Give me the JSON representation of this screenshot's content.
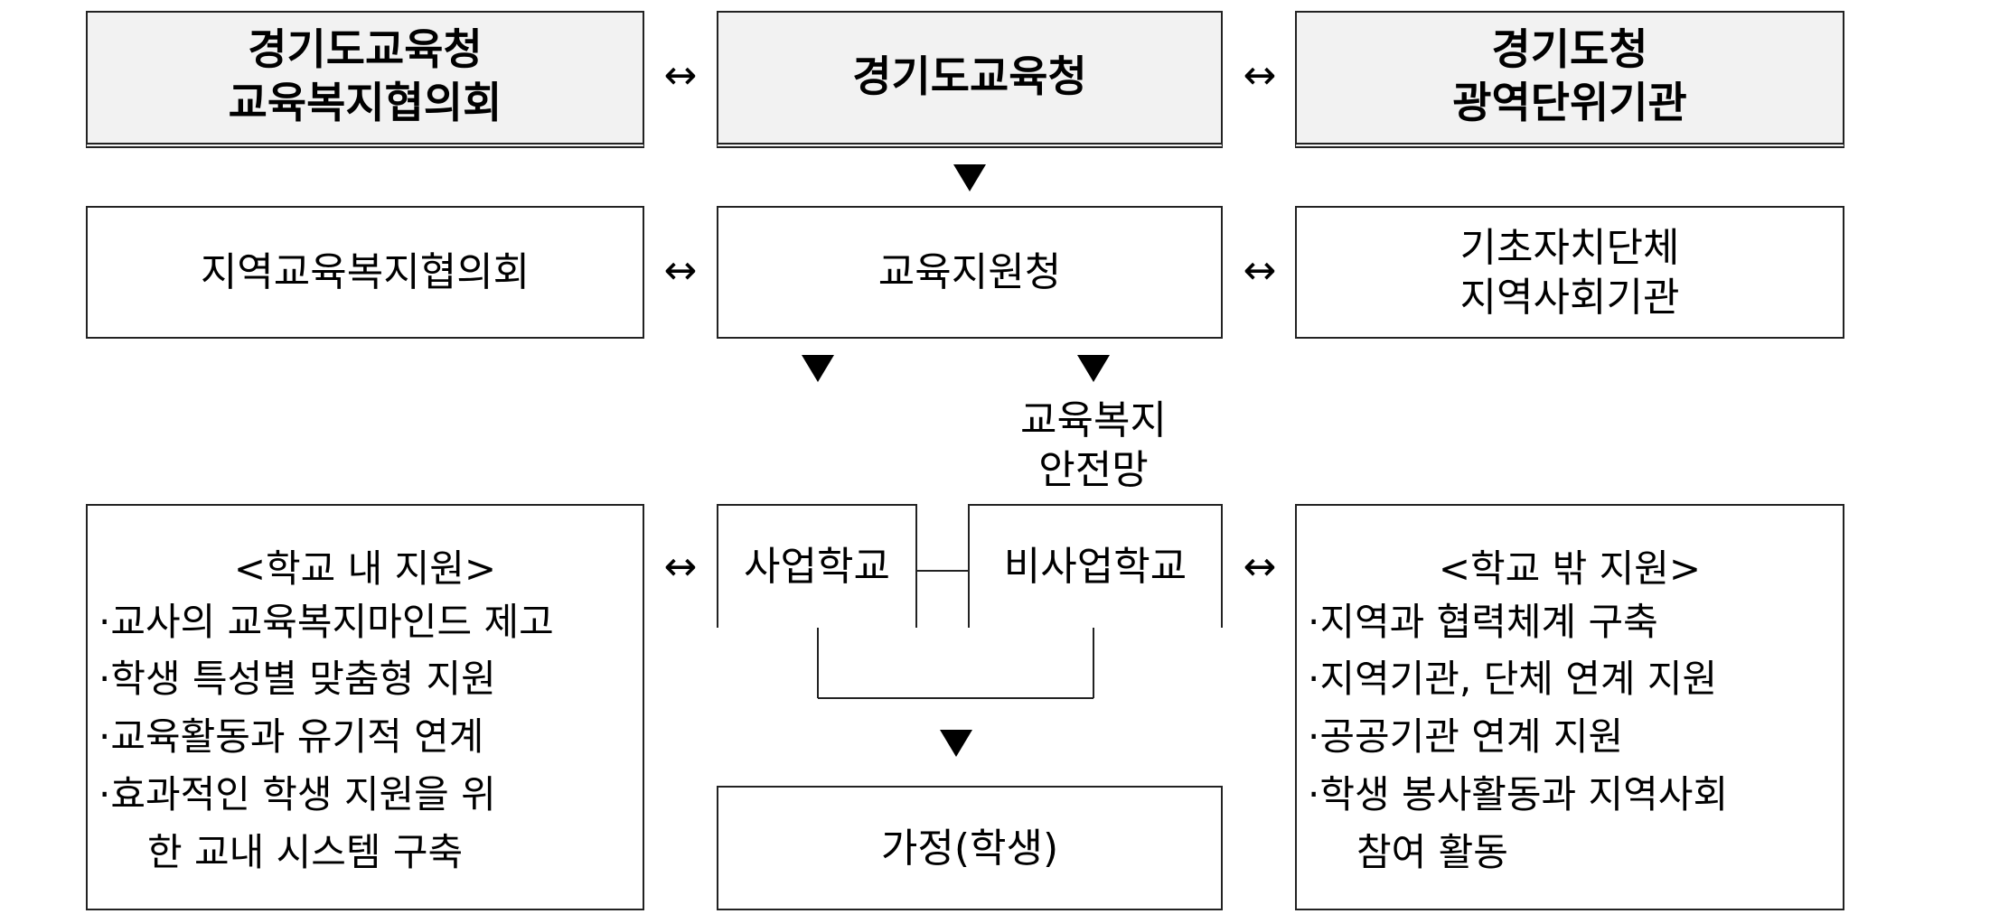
{
  "row1": {
    "left": [
      "경기도교육청",
      "교육복지협의회"
    ],
    "center": [
      "경기도교육청"
    ],
    "right": [
      "경기도청",
      "광역단위기관"
    ]
  },
  "row2": {
    "left": [
      "지역교육복지협의회"
    ],
    "center": [
      "교육지원청"
    ],
    "right": [
      "기초자치단체",
      "지역사회기관"
    ]
  },
  "safety_net_label": [
    "교육복지",
    "안전망"
  ],
  "schools": {
    "project": "사업학교",
    "non_project": "비사업학교"
  },
  "home": "가정(학생)",
  "in_school": {
    "title": "<학교 내 지원>",
    "items": [
      "·교사의 교육복지마인드 제고",
      "·학생 특성별 맞춤형 지원",
      "·교육활동과 유기적 연계",
      "·효과적인 학생 지원을 위",
      "한 교내 시스템 구축"
    ]
  },
  "out_school": {
    "title": "<학교 밖 지원>",
    "items": [
      "·지역과 협력체계 구축",
      "·지역기관, 단체 연계 지원",
      "·공공기관 연계 지원",
      "·학생 봉사활동과 지역사회",
      "참여 활동"
    ]
  },
  "arrows": {
    "both": "↔"
  }
}
